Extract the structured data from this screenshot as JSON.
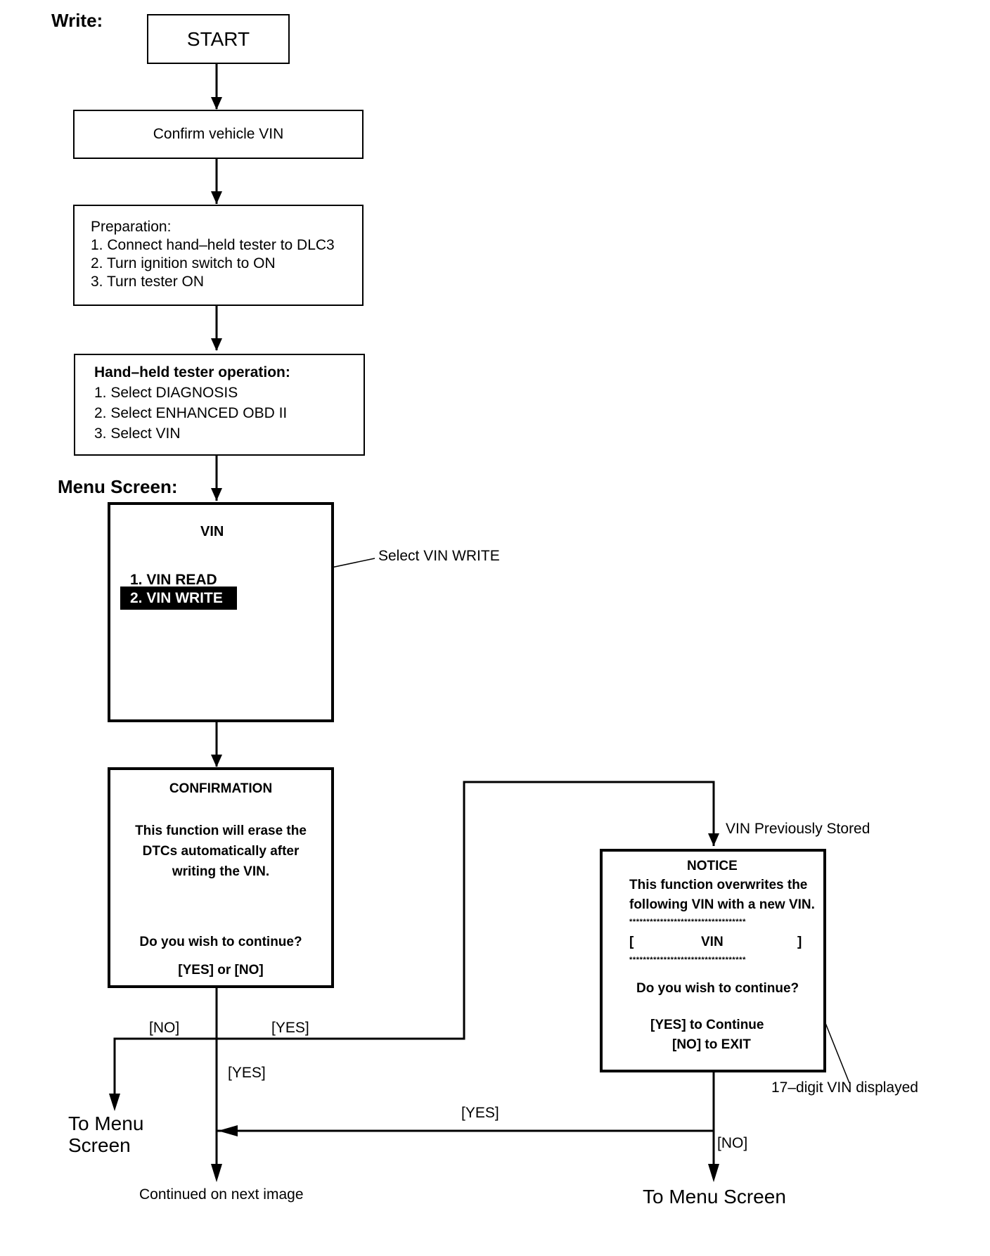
{
  "section_write": "Write:",
  "section_menu": "Menu Screen:",
  "start": "START",
  "confirm_vin": "Confirm vehicle VIN",
  "preparation": {
    "title": "Preparation:",
    "steps": [
      "1. Connect hand–held tester to DLC3",
      "2. Turn ignition switch to ON",
      "3. Turn tester ON"
    ]
  },
  "tester_op": {
    "title": "Hand–held tester operation:",
    "steps": [
      "1. Select DIAGNOSIS",
      "2. Select ENHANCED OBD II",
      "3. Select VIN"
    ]
  },
  "vin_menu": {
    "title": "VIN",
    "items": [
      "1. VIN READ",
      "2. VIN WRITE"
    ],
    "callout": "Select VIN WRITE"
  },
  "confirmation": {
    "title": "CONFIRMATION",
    "message": [
      "This function will erase the",
      "DTCs automatically after",
      "writing the VIN."
    ],
    "question": "Do you wish to continue?",
    "options": "[YES] or [NO]"
  },
  "notice": {
    "title": "NOTICE",
    "message": [
      "This function overwrites the",
      "following VIN with a new VIN."
    ],
    "stars": "**********************************",
    "bracket_left": "[",
    "vin": "VIN",
    "bracket_right": "]",
    "question": "Do you wish to continue?",
    "yes": "[YES] to Continue",
    "no": "[NO] to EXIT"
  },
  "labels": {
    "no": "[NO]",
    "yes": "[YES]",
    "vin_previously_stored": "VIN Previously Stored",
    "vin_displayed": "17–digit VIN displayed",
    "to_menu_left": [
      "To Menu",
      "Screen"
    ],
    "to_menu_right": "To Menu Screen",
    "continued": "Continued on next image"
  }
}
